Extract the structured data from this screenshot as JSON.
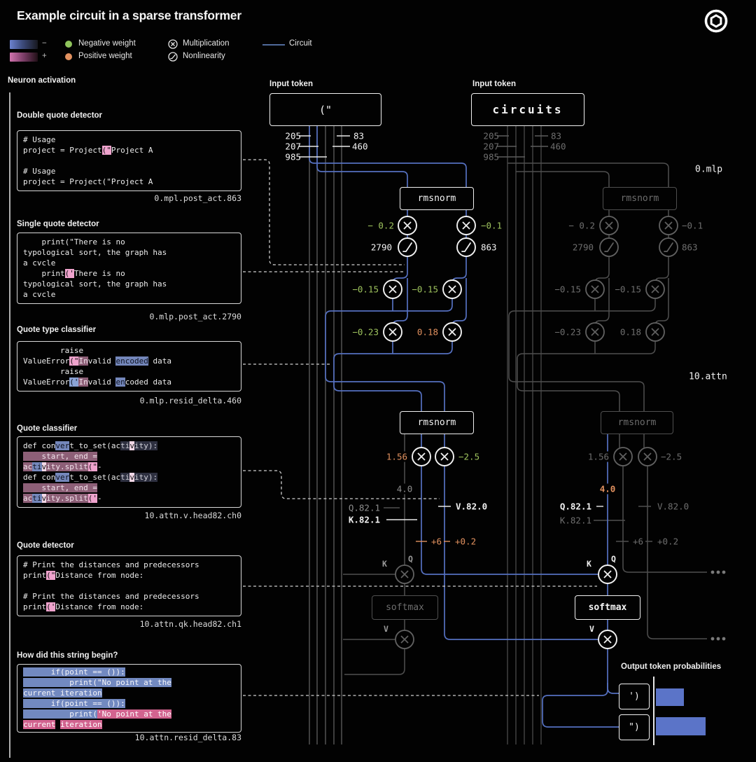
{
  "title": "Example circuit in a sparse transformer",
  "legend": {
    "neg_sign": "−",
    "pos_sign": "+",
    "negative_weight": "Negative weight",
    "positive_weight": "Positive weight",
    "multiplication": "Multiplication",
    "nonlinearity": "Nonlinearity",
    "circuit": "Circuit"
  },
  "colors": {
    "circuit_blue": "#5570c0",
    "negative_green": "#9fc45e",
    "positive_orange": "#e2915f",
    "dim_gray": "#6e6e6e",
    "bar_blue": "#5b74c8",
    "highlight_pink": "#efa3cd"
  },
  "left": {
    "axis_label": "Neuron activation",
    "panels": [
      {
        "label": "Double quote detector",
        "caption": "0.mpl.post_act.863",
        "lines": [
          [
            {
              "t": "# Usage"
            }
          ],
          [
            {
              "t": "project = Project"
            },
            {
              "t": "(\"",
              "h": "p"
            },
            {
              "t": "Project A"
            }
          ],
          [
            {
              "t": ""
            }
          ],
          [
            {
              "t": "# Usage"
            }
          ],
          [
            {
              "t": "project = Project(\"Project A"
            }
          ]
        ]
      },
      {
        "label": "Single quote detector",
        "caption": "0.mlp.post_act.2790",
        "lines": [
          [
            {
              "t": "    print(\"There is no"
            }
          ],
          [
            {
              "t": "typological sort, the graph has"
            }
          ],
          [
            {
              "t": "a cvcle"
            }
          ],
          [
            {
              "t": "    print"
            },
            {
              "t": "('",
              "h": "p"
            },
            {
              "t": "There is no"
            }
          ],
          [
            {
              "t": "typological sort, the graph has"
            }
          ],
          [
            {
              "t": "a cvcle"
            }
          ]
        ]
      },
      {
        "label": "Quote type classifier",
        "caption": "0.mlp.resid_delta.460",
        "lines": [
          [
            {
              "t": "        raise"
            }
          ],
          [
            {
              "t": "ValueError"
            },
            {
              "t": "(\"",
              "h": "p"
            },
            {
              "t": "In",
              "h": "m"
            },
            {
              "t": "valid "
            },
            {
              "t": "encoded",
              "h": "b"
            },
            {
              "t": " data"
            }
          ],
          [
            {
              "t": "        raise"
            }
          ],
          [
            {
              "t": "ValueError"
            },
            {
              "t": "('",
              "h": "b2"
            },
            {
              "t": "In",
              "h": "m"
            },
            {
              "t": "valid "
            },
            {
              "t": "en",
              "h": "b"
            },
            {
              "t": "coded data"
            }
          ]
        ]
      },
      {
        "label": "Quote classifier",
        "caption": "10.attn.v.head82.ch0",
        "lines": [
          [
            {
              "t": "def con"
            },
            {
              "t": "ver",
              "h": "b"
            },
            {
              "t": "t_to_set(ac"
            },
            {
              "t": "ti",
              "h": "d"
            },
            {
              "t": "v",
              "h": "p2"
            },
            {
              "t": "ity):",
              "h": "d"
            }
          ],
          [
            {
              "t": "    start, end =",
              "h": "m"
            }
          ],
          [
            {
              "t": "ac",
              "h": "m"
            },
            {
              "t": "ti",
              "h": "b"
            },
            {
              "t": "v",
              "h": "p2"
            },
            {
              "t": "ity.split",
              "h": "m"
            },
            {
              "t": "(\"",
              "h": "p"
            },
            {
              "t": "-"
            }
          ],
          [
            {
              "t": "def con"
            },
            {
              "t": "ver",
              "h": "b"
            },
            {
              "t": "t_to_set(ac"
            },
            {
              "t": "ti",
              "h": "d"
            },
            {
              "t": "v",
              "h": "p2"
            },
            {
              "t": "ity):",
              "h": "d"
            }
          ],
          [
            {
              "t": "    start, end =",
              "h": "m"
            }
          ],
          [
            {
              "t": "ac",
              "h": "m"
            },
            {
              "t": "ti",
              "h": "b"
            },
            {
              "t": "v",
              "h": "p2"
            },
            {
              "t": "ity.split",
              "h": "m"
            },
            {
              "t": "('",
              "h": "p"
            },
            {
              "t": "-"
            }
          ]
        ]
      },
      {
        "label": "Quote detector",
        "caption": "10.attn.qk.head82.ch1",
        "lines": [
          [
            {
              "t": "# Print the distances and predecessors"
            }
          ],
          [
            {
              "t": "print"
            },
            {
              "t": "(\"",
              "h": "p"
            },
            {
              "t": "Distance from node:"
            }
          ],
          [
            {
              "t": ""
            }
          ],
          [
            {
              "t": "# Print the distances and predecessors"
            }
          ],
          [
            {
              "t": "print"
            },
            {
              "t": "('",
              "h": "p"
            },
            {
              "t": "Distance from node:"
            }
          ]
        ]
      },
      {
        "label": "How did this string begin?",
        "caption": "10.attn.resid_delta.83",
        "lines": [
          [
            {
              "t": "      if(point == ()):",
              "h": "B"
            }
          ],
          [
            {
              "t": "          print(\"No point at the",
              "h": "B"
            }
          ],
          [
            {
              "t": "current iteration",
              "h": "B"
            }
          ],
          [
            {
              "t": "      if(point == ()):",
              "h": "B"
            }
          ],
          [
            {
              "t": "          print(",
              "h": "B"
            },
            {
              "t": "'No point at the",
              "h": "pk"
            }
          ],
          [
            {
              "t": "current",
              "h": "pk"
            },
            {
              "t": " "
            },
            {
              "t": "iteration",
              "h": "pk"
            }
          ]
        ]
      }
    ]
  },
  "tokens": {
    "input_label": "Input token",
    "center_token": "(\"",
    "right_token": "circuits"
  },
  "ticks": {
    "left": [
      "205",
      "207",
      "985"
    ],
    "right": [
      "83",
      "460"
    ]
  },
  "layers": {
    "mlp": "0.mlp",
    "attn": "10.attn"
  },
  "circuit_values": {
    "rmsnorm": "rmsnorm",
    "softmax": "softmax",
    "mlp_w1": "− 0.2",
    "mlp_w2": "−0.1",
    "act1": "2790",
    "act2": "863",
    "row2_w1": "−0.15",
    "row2_w2": "−0.15",
    "row3_w1": "−0.23",
    "row3_w2": "0.18",
    "attn_w1": "1.56",
    "attn_w2": "−2.5",
    "scale": "4.0",
    "q": "Q.82.1",
    "k": "K.82.1",
    "v": "V.82.0",
    "bias_k": "+6",
    "bias_v": "+0.2",
    "K": "K",
    "Q": "Q",
    "V": "V"
  },
  "output": {
    "title": "Output token probabilities",
    "bars": [
      {
        "token": "')",
        "width": 40
      },
      {
        "token": "\")",
        "width": 71
      }
    ]
  }
}
